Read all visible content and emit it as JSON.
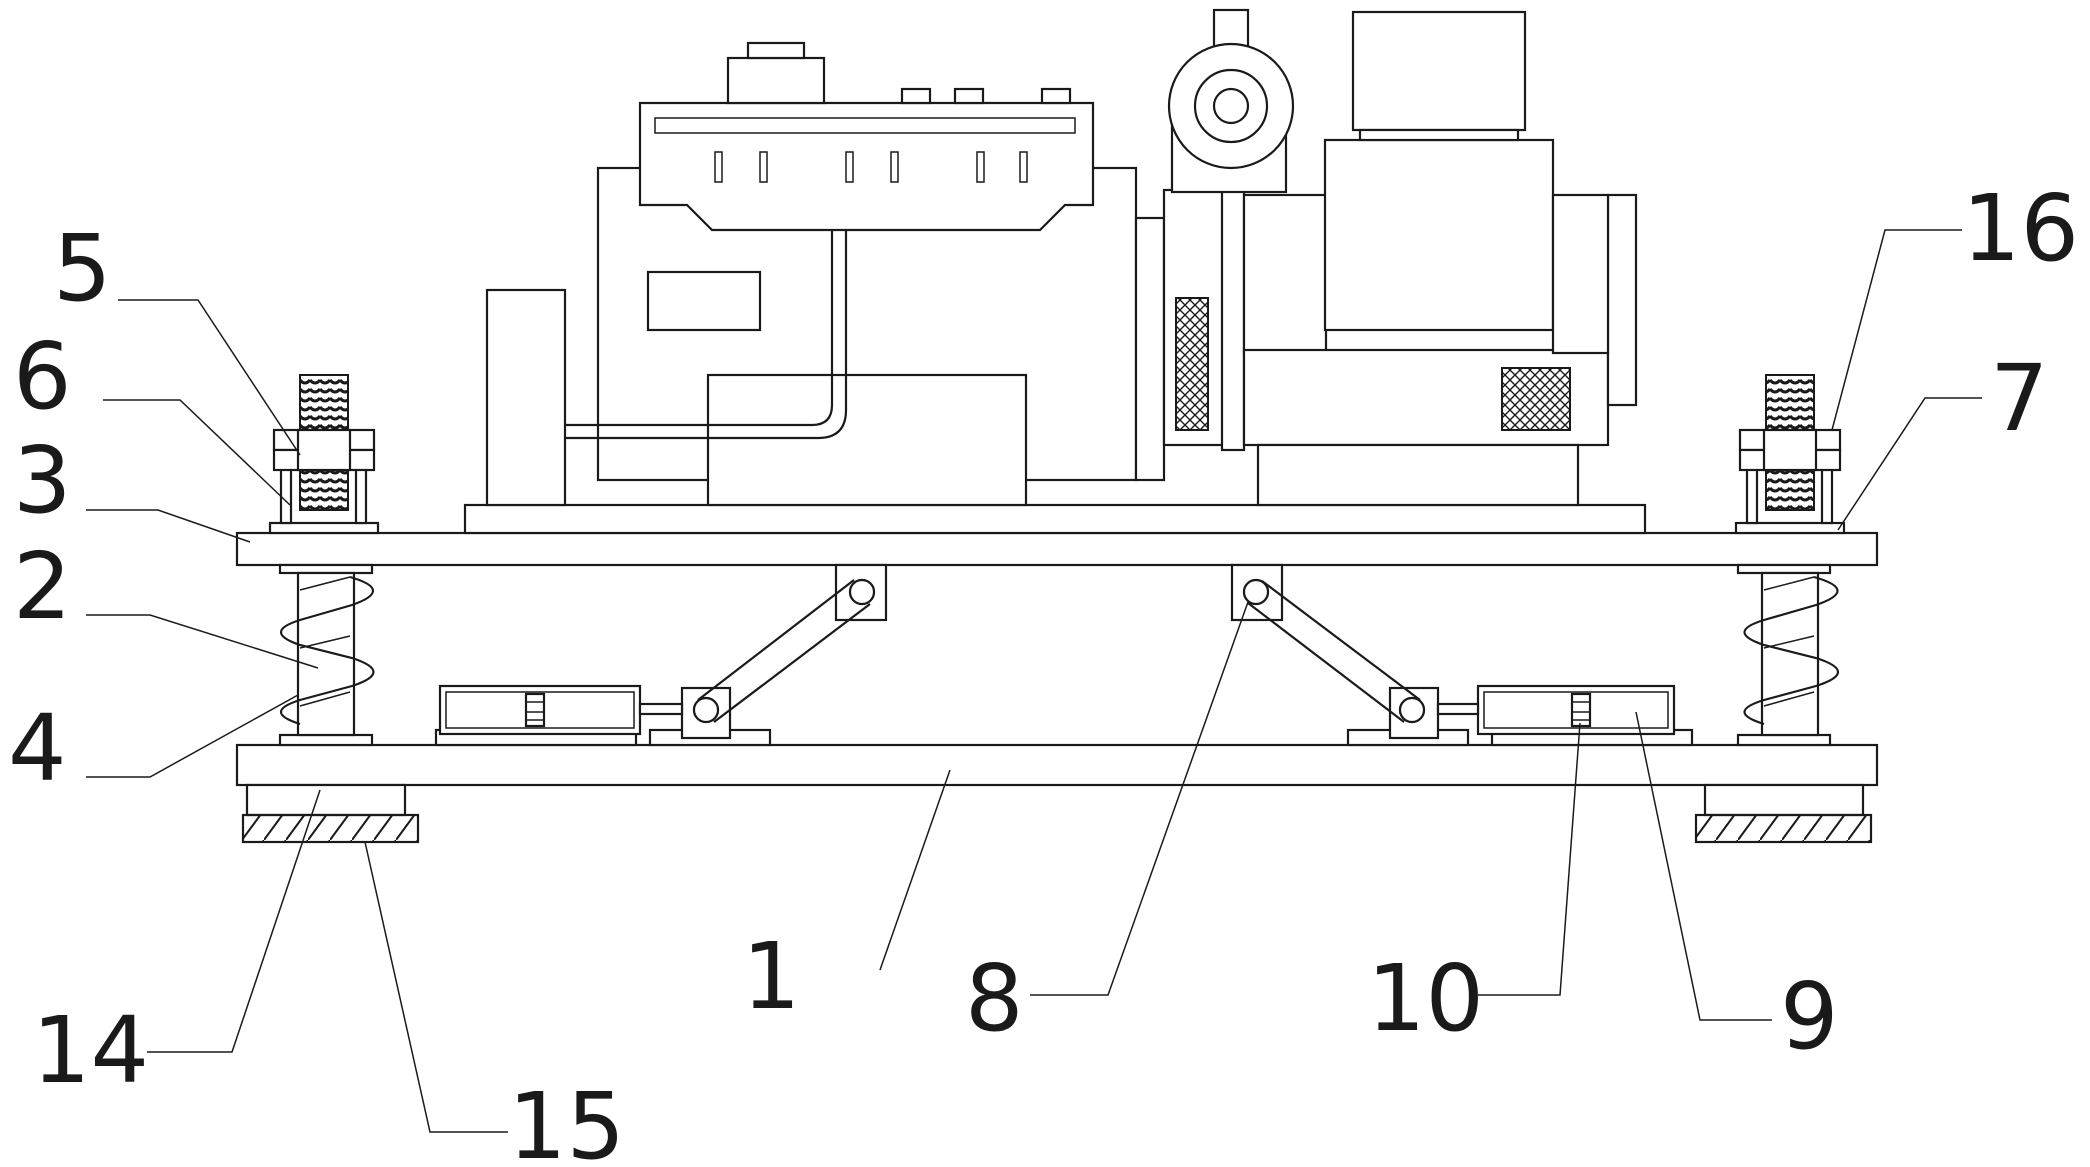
{
  "labels": {
    "l1": "1",
    "l2": "2",
    "l3": "3",
    "l4": "4",
    "l5": "5",
    "l6": "6",
    "l7": "7",
    "l8": "8",
    "l9": "9",
    "l10": "10",
    "l14": "14",
    "l15": "15",
    "l16": "16"
  }
}
